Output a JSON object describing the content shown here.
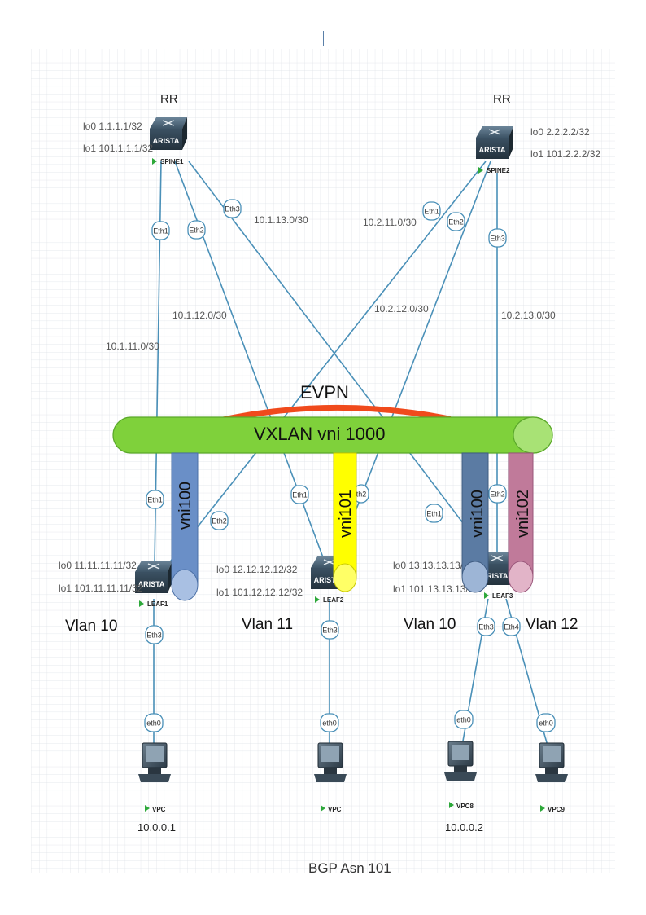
{
  "rr_labels": [
    "RR",
    "RR"
  ],
  "spines": [
    {
      "name": "SPINE1",
      "lo0": "lo0 1.1.1.1/32",
      "lo1": "lo1 101.1.1.1/32",
      "logo": "ARISTA"
    },
    {
      "name": "SPINE2",
      "lo0": "lo0 2.2.2.2/32",
      "lo1": "lo1 101.2.2.2/32",
      "logo": "ARISTA"
    }
  ],
  "leafs": [
    {
      "name": "LEAF1",
      "lo0": "lo0 11.11.11.11/32",
      "lo1": "lo1 101.11.11.11/32",
      "logo": "ARISTA"
    },
    {
      "name": "LEAF2",
      "lo0": "lo0 12.12.12.12/32",
      "lo1": "lo1 101.12.12.12/32",
      "logo": "ARISTA"
    },
    {
      "name": "LEAF3",
      "lo0": "lo0 13.13.13.13/32",
      "lo1": "lo1 101.13.13.13/32",
      "logo": "ARISTA"
    }
  ],
  "subnets": [
    "10.1.13.0/30",
    "10.2.11.0/30",
    "10.1.12.0/30",
    "10.2.12.0/30",
    "10.2.13.0/30",
    "10.1.11.0/30"
  ],
  "ports": {
    "eth1": "Eth1",
    "eth2": "Eth2",
    "eth3": "Eth3",
    "eth4": "Eth4",
    "eth0": "eth0",
    "partial_eth2": "th2"
  },
  "overlay": {
    "evpn_label": "EVPN",
    "vxlan_label": "VXLAN vni 1000",
    "vni_tubes": [
      "vni100",
      "vni101",
      "vni100",
      "vni102"
    ]
  },
  "vlans": [
    "Vlan 10",
    "Vlan 11",
    "Vlan 10",
    "Vlan 12"
  ],
  "hosts": [
    {
      "name": "VPC",
      "ip": "10.0.0.1"
    },
    {
      "name": "VPC",
      "ip": ""
    },
    {
      "name": "VPC8",
      "ip": "10.0.0.2"
    },
    {
      "name": "VPC9",
      "ip": ""
    }
  ],
  "footer": "BGP Asn 101",
  "colors": {
    "link": "#4a90b8",
    "vxlan_tube": "#7fd13b",
    "evpn_arc": "#f04a1c",
    "vni_blue": "#6a8fc7",
    "vni_yellow": "#ffff00",
    "vni_dark_blue": "#5b7ba3",
    "vni_pink": "#c07a9a"
  }
}
